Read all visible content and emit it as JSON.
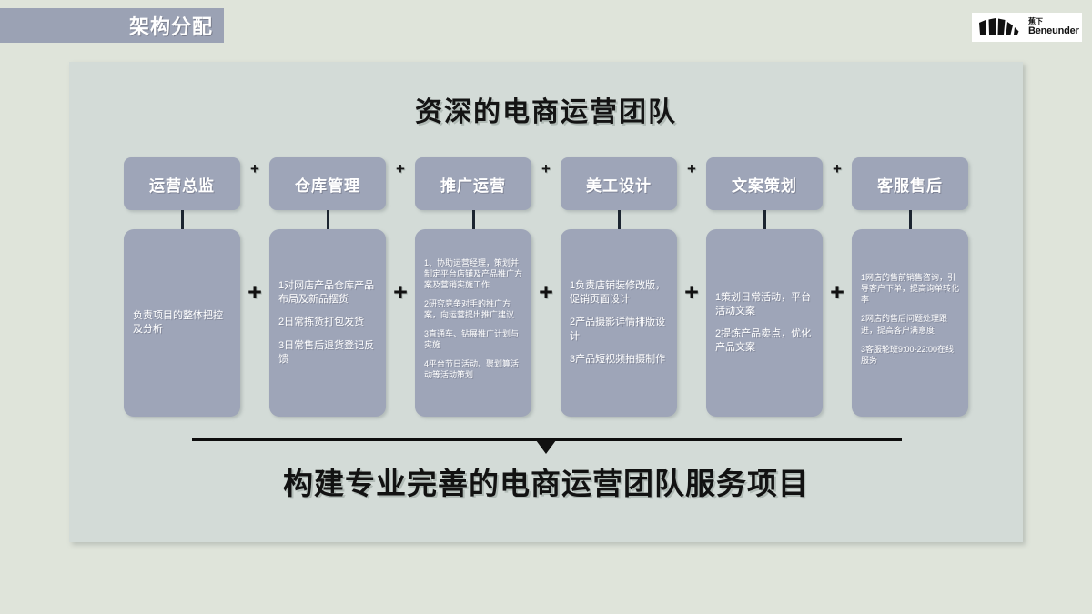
{
  "topbar": {
    "title": "架构分配"
  },
  "logo": {
    "icon": "beneunder-leaf-mark-icon",
    "cn": "蕉下",
    "en": "Beneunder"
  },
  "main": {
    "title": "资深的电商运营团队",
    "bottom_title": "构建专业完善的电商运营团队服务项目",
    "separator_small": "+",
    "separator_large": "+",
    "columns": [
      {
        "head": "运营总监",
        "items": [
          "负责项目的整体把控及分析"
        ]
      },
      {
        "head": "仓库管理",
        "items": [
          "1对网店产品仓库产品布局及新品摆货",
          "2日常拣货打包发货",
          "3日常售后退货登记反馈"
        ]
      },
      {
        "head": "推广运营",
        "items": [
          "1、协助运营经理，策划并制定平台店铺及产品推广方案及营销实施工作",
          "2研究竞争对手的推广方案，向运营提出推广建议",
          "3直通车、钻展推广计划与实施",
          "4平台节日活动、聚划算活动等活动策划"
        ]
      },
      {
        "head": "美工设计",
        "items": [
          "1负责店铺装修改版，促销页面设计",
          "2产品摄影详情排版设计",
          "3产品短视频拍摄制作"
        ]
      },
      {
        "head": "文案策划",
        "items": [
          "1策划日常活动，平台活动文案",
          "2提炼产品卖点，优化产品文案"
        ]
      },
      {
        "head": "客服售后",
        "items": [
          "1网店的售前销售咨询，引导客户下单，提高询单转化率",
          "2网店的售后问题处理跟进，提高客户满意度",
          "3客服轮班9:00-22:00在线服务"
        ]
      }
    ]
  },
  "colors": {
    "page_background": "#dfe4da",
    "panel_background": "#d3dbd7",
    "box_fill": "#9ea5b8",
    "topbar_fill": "#9ba2b4",
    "ink": "#111111"
  }
}
